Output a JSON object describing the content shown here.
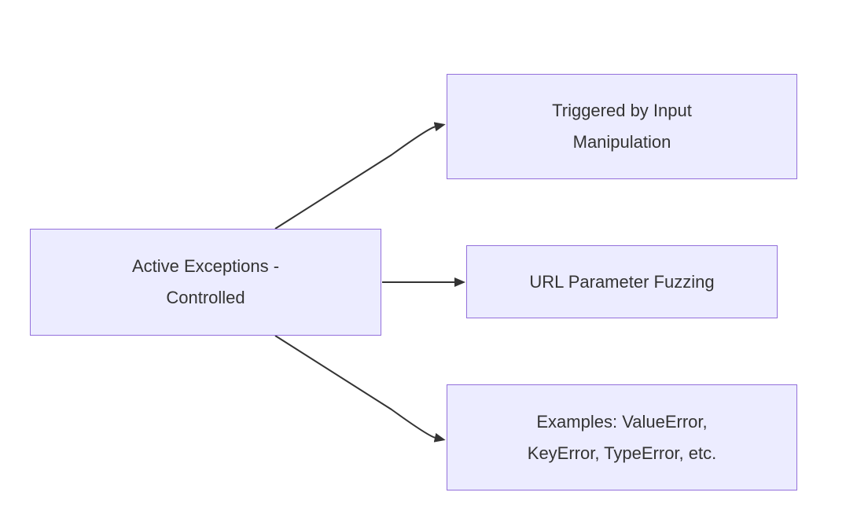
{
  "diagram": {
    "type": "flowchart",
    "direction": "left-to-right",
    "nodes": [
      {
        "id": "root",
        "lines": [
          "Active Exceptions -",
          "Controlled"
        ]
      },
      {
        "id": "input-manipulation",
        "lines": [
          "Triggered by Input",
          "Manipulation"
        ]
      },
      {
        "id": "url-fuzzing",
        "lines": [
          "URL Parameter Fuzzing"
        ]
      },
      {
        "id": "examples",
        "lines": [
          "Examples: ValueError,",
          "KeyError, TypeError, etc."
        ]
      }
    ],
    "edges": [
      {
        "from": "root",
        "to": "input-manipulation"
      },
      {
        "from": "root",
        "to": "url-fuzzing"
      },
      {
        "from": "root",
        "to": "examples"
      }
    ],
    "colors": {
      "node_fill": "#ECECFF",
      "node_border": "#9370DB",
      "text": "#333333",
      "edge": "#333333",
      "background": "#ffffff"
    }
  }
}
